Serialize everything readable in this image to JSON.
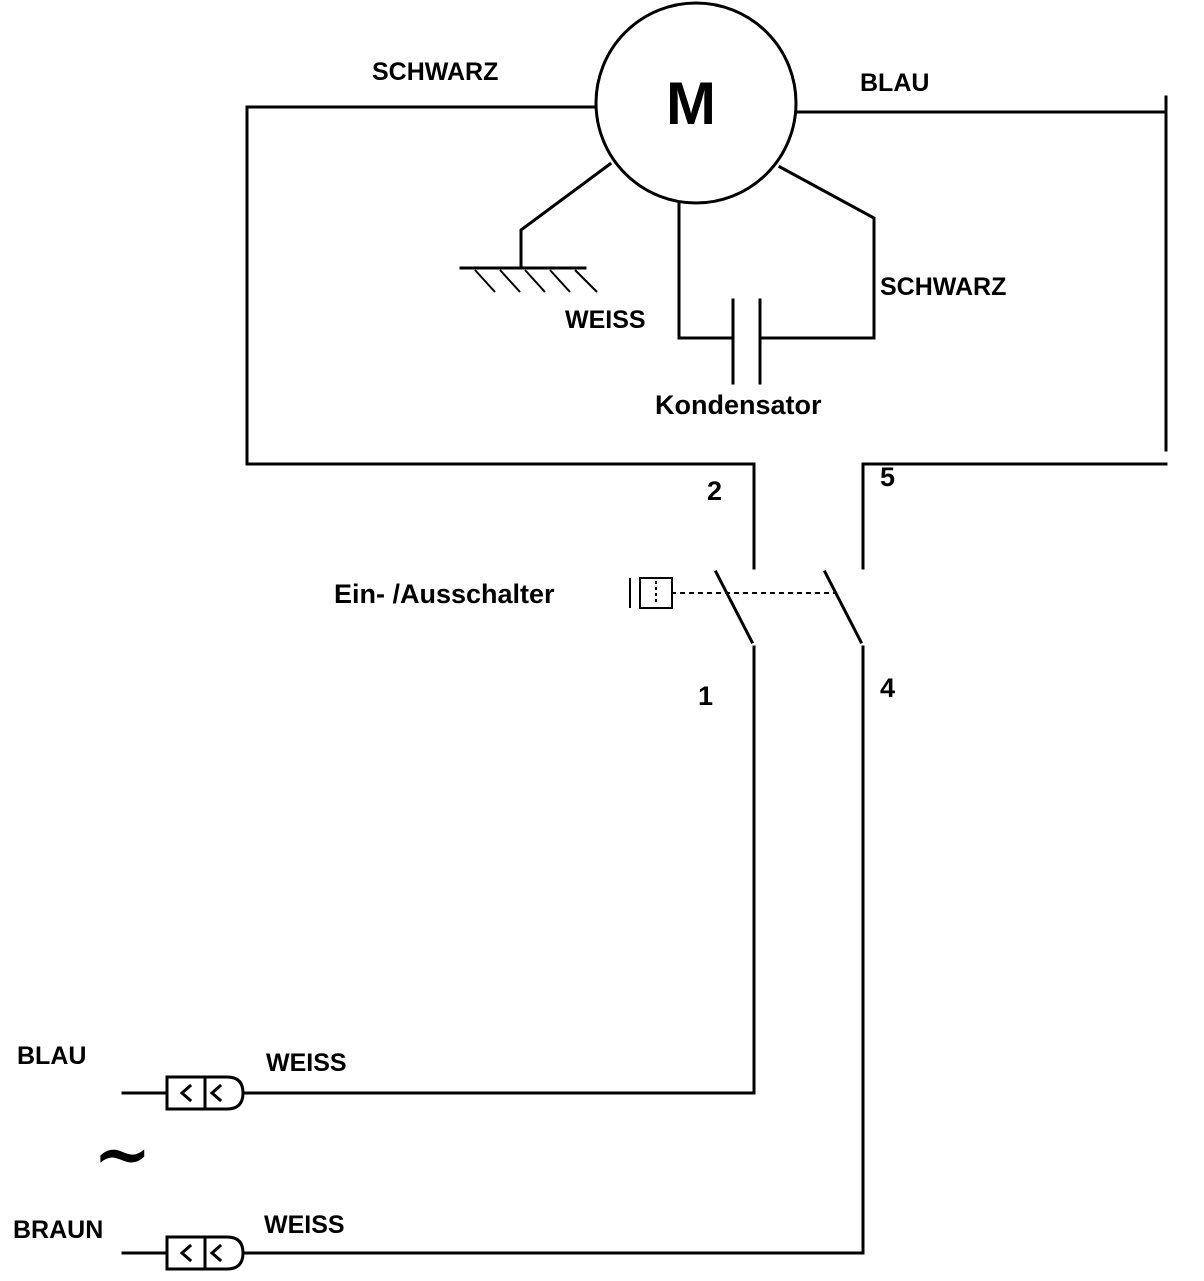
{
  "motor": {
    "label": "M"
  },
  "wires": {
    "motor_left": "SCHWARZ",
    "motor_right": "BLAU",
    "capacitor_right": "SCHWARZ",
    "ground": "WEISS"
  },
  "capacitor": {
    "label": "Kondensator"
  },
  "switch": {
    "label": "Ein- /Ausschalter",
    "terminals": {
      "t1": "1",
      "t2": "2",
      "t4": "4",
      "t5": "5"
    }
  },
  "supply": {
    "line1_color": "BLAU",
    "line1_wire": "WEISS",
    "line2_color": "BRAUN",
    "line2_wire": "WEISS",
    "ac_symbol": "~"
  }
}
